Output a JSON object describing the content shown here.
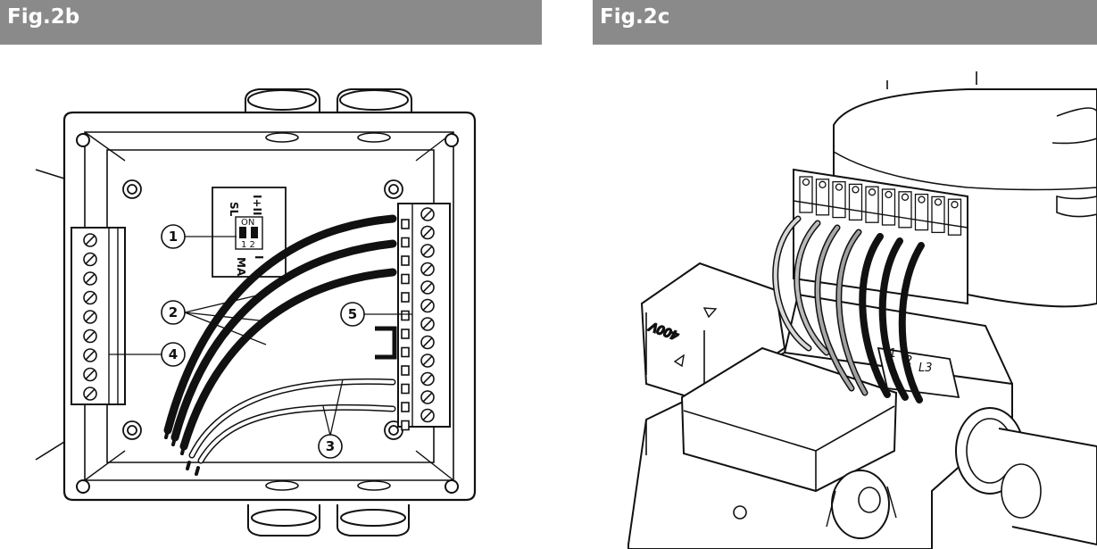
{
  "figures": [
    {
      "title": "Fig.2b",
      "callouts": [
        "1",
        "2",
        "3",
        "4",
        "5"
      ],
      "dip_switch": {
        "top_left": "SL",
        "top_right": "I+II",
        "on_label": "ON",
        "numbers": "1 2",
        "bottom_left": "MA",
        "bottom_right": "I"
      }
    },
    {
      "title": "Fig.2c",
      "cover_text": "400V",
      "terminal_labels": [
        "1",
        "2",
        "L3"
      ]
    }
  ]
}
